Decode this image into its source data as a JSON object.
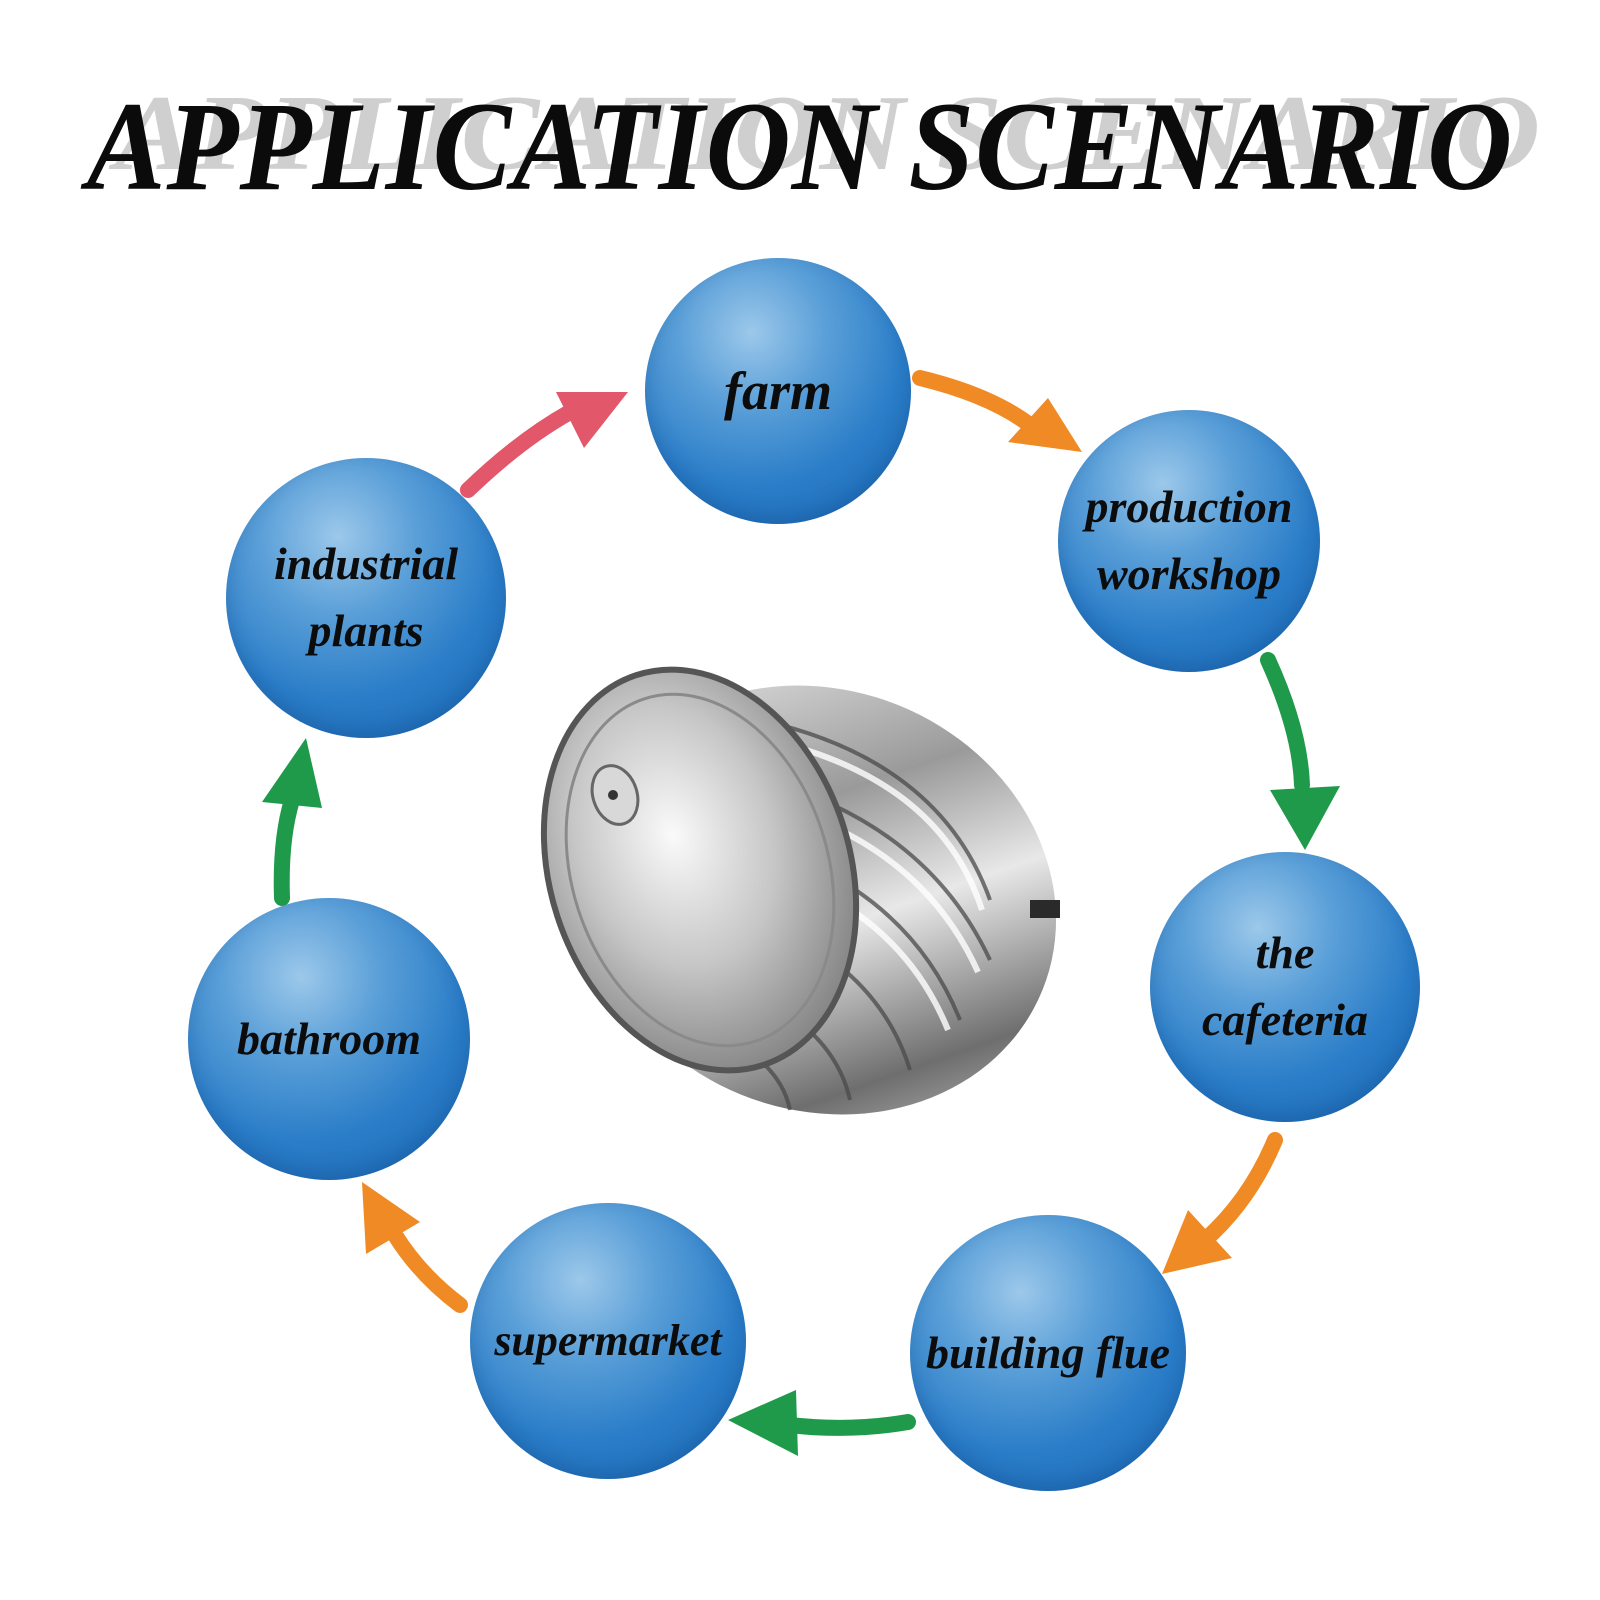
{
  "title": "APPLICATION SCENARIO",
  "nodes": [
    {
      "id": "farm",
      "label": "farm"
    },
    {
      "id": "production-workshop",
      "label_line1": "production",
      "label_line2": "workshop"
    },
    {
      "id": "the-cafeteria",
      "label_line1": "the",
      "label_line2": "cafeteria"
    },
    {
      "id": "building-flue",
      "label": "building flue"
    },
    {
      "id": "supermarket",
      "label": "supermarket"
    },
    {
      "id": "bathroom",
      "label": "bathroom"
    },
    {
      "id": "industrial-plants",
      "label_line1": "industrial",
      "label_line2": "plants"
    }
  ],
  "arrow_colors": {
    "farm_to_production": "#f08a24",
    "production_to_cafeteria": "#1f9a4a",
    "cafeteria_to_flue": "#f08a24",
    "flue_to_supermarket": "#1f9a4a",
    "supermarket_to_bathroom": "#f08a24",
    "bathroom_to_industrial": "#1f9a4a",
    "industrial_to_farm": "#e3576b"
  },
  "center_image": {
    "icon": "turbine-ventilator-icon"
  },
  "circle_color": "#2a7dc8"
}
